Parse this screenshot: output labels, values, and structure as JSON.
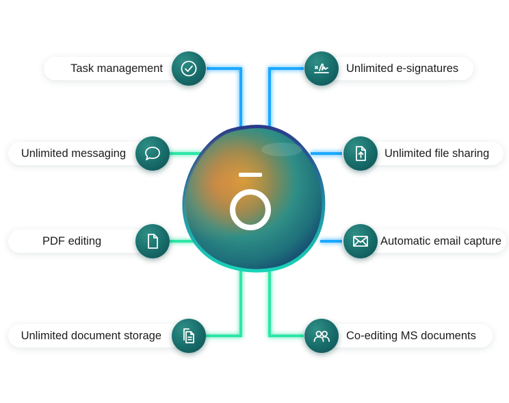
{
  "features": {
    "left": [
      {
        "label": "Task management",
        "icon": "check-circle-icon"
      },
      {
        "label": "Unlimited messaging",
        "icon": "chat-bubble-icon"
      },
      {
        "label": "PDF editing",
        "icon": "document-icon"
      },
      {
        "label": "Unlimited document storage",
        "icon": "documents-stack-icon"
      }
    ],
    "right": [
      {
        "label": "Unlimited e-signatures",
        "icon": "signature-icon"
      },
      {
        "label": "Unlimited file sharing",
        "icon": "file-upload-icon"
      },
      {
        "label": "Automatic email capture",
        "icon": "envelope-icon"
      },
      {
        "label": "Co-editing MS documents",
        "icon": "users-icon"
      }
    ]
  },
  "colors": {
    "connector_blue": "#1fa8ff",
    "connector_green": "#2ee6a6",
    "icon_teal": "#176b69"
  }
}
